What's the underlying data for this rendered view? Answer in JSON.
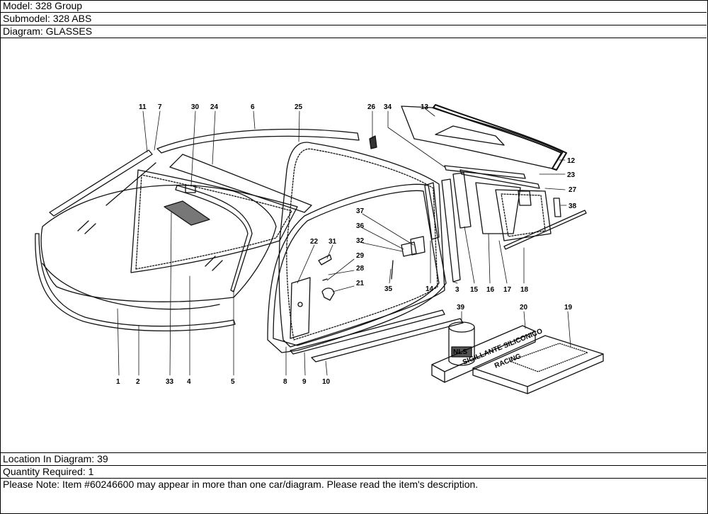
{
  "header": {
    "model": "Model: 328 Group",
    "submodel": "Submodel: 328 ABS",
    "diagram": "Diagram: GLASSES"
  },
  "diagram": {
    "callouts": [
      "1",
      "2",
      "3",
      "4",
      "5",
      "6",
      "7",
      "8",
      "9",
      "10",
      "11",
      "12",
      "13",
      "14",
      "15",
      "16",
      "17",
      "18",
      "19",
      "20",
      "21",
      "22",
      "23",
      "24",
      "25",
      "26",
      "27",
      "28",
      "29",
      "30",
      "31",
      "32",
      "33",
      "34",
      "35",
      "36",
      "37",
      "38",
      "39"
    ],
    "product_labels": {
      "tube": "NLS",
      "bar": "SIGILLANTE SILICONICO",
      "bar_sub": "RACING"
    }
  },
  "footer": {
    "location": "Location In Diagram: 39",
    "quantity": "Quantity Required: 1",
    "note": "Please Note: Item #60246600 may appear in more than one car/diagram. Please read the item's description."
  }
}
